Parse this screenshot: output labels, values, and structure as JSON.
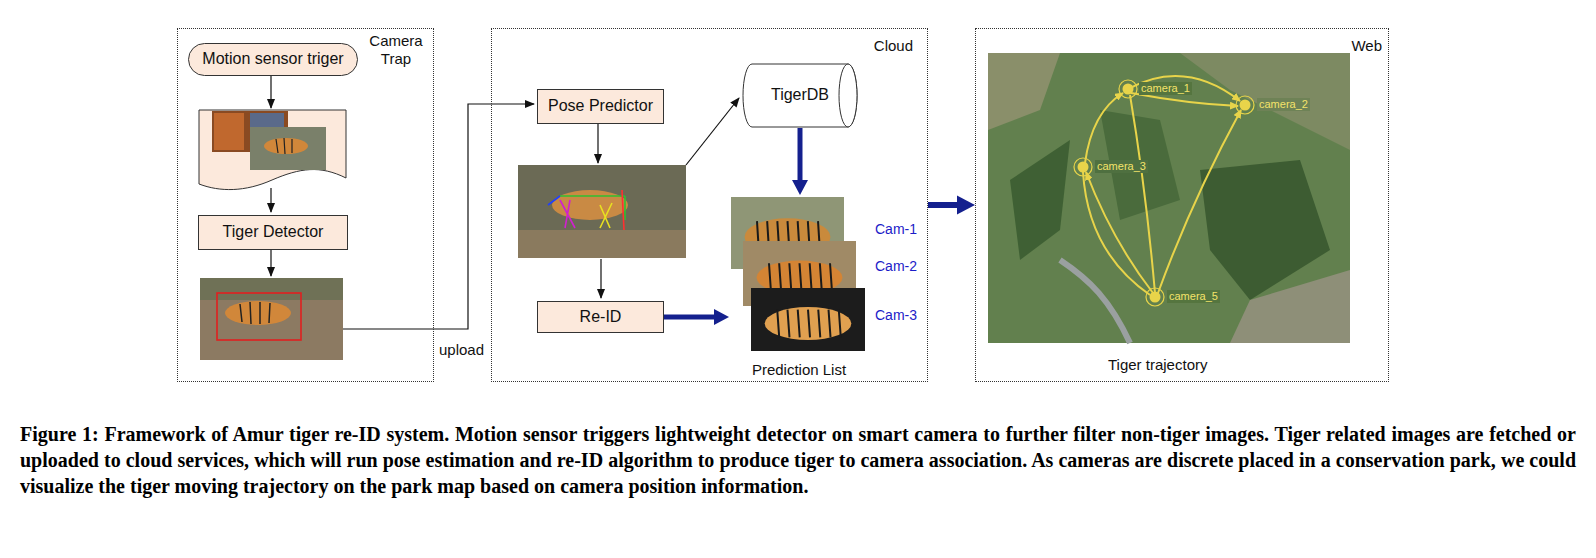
{
  "diagram": {
    "caption": "Figure 1: Framework of Amur tiger re-ID system. Motion sensor triggers lightweight detector on smart camera to further filter non-tiger images. Tiger related images are fetched or uploaded to cloud services, which will run pose estimation and re-ID algorithm to produce tiger to camera association. As cameras are discrete placed in a conservation park, we could visualize the tiger moving trajectory on the park map based on camera position information.",
    "nodes": [
      {
        "text": [
          "Camera Trap"
        ]
      },
      {
        "text": [
          "Motion sensor triger"
        ],
        "in": 0
      },
      {
        "text": [
          "Tiger Detector"
        ],
        "in": 0
      },
      {
        "text": [
          "Cloud"
        ]
      },
      {
        "text": [
          "Pose Predictor"
        ],
        "in": 3
      },
      {
        "text": [
          "TigerDB"
        ],
        "in": 3
      },
      {
        "text": [
          "Re-ID"
        ],
        "in": 3
      },
      {
        "text": [
          "Prediction List"
        ],
        "in": 3
      },
      {
        "text": [
          "Web"
        ]
      }
    ],
    "edges": [
      {
        "from": 5,
        "to": 7,
        "arrow": "to"
      },
      {
        "from": 6,
        "to": 7,
        "arrow": "to"
      },
      {
        "from": 3,
        "to": 8,
        "arrow": "to"
      }
    ],
    "labels": [
      "upload",
      "Cam-1",
      "Cam-2",
      "Cam-3",
      "camera_1",
      "camera_2",
      "camera_3",
      "camera_5",
      "Tiger trajectory"
    ]
  }
}
